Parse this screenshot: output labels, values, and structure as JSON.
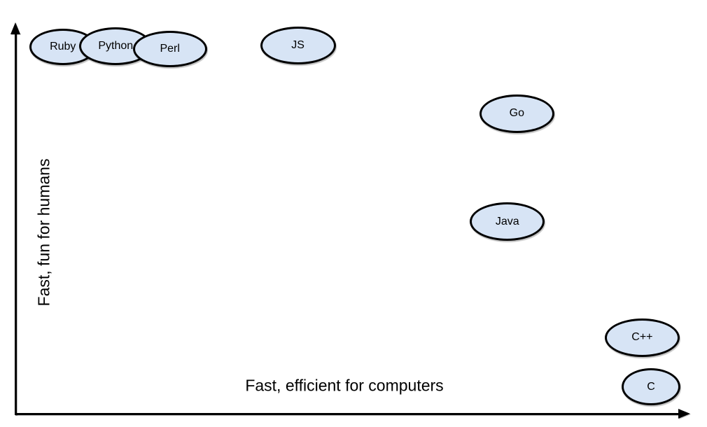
{
  "chart_data": {
    "type": "scatter",
    "title": "",
    "xlabel": "Fast, efficient for computers",
    "ylabel": "Fast, fun for humans",
    "xlim": [
      0,
      100
    ],
    "ylim": [
      0,
      100
    ],
    "grid": false,
    "legend": "none",
    "axis_style": "origin-arrows-no-ticks",
    "points": [
      {
        "label": "Ruby",
        "x": 7,
        "y": 94,
        "w": 96,
        "h": 52
      },
      {
        "label": "Python",
        "x": 14.8,
        "y": 94.3,
        "w": 104,
        "h": 54
      },
      {
        "label": "Perl",
        "x": 22.8,
        "y": 93.5,
        "w": 106,
        "h": 52
      },
      {
        "label": "JS",
        "x": 41.7,
        "y": 94.4,
        "w": 108,
        "h": 54
      },
      {
        "label": "Go",
        "x": 74,
        "y": 77,
        "w": 107,
        "h": 55
      },
      {
        "label": "Java",
        "x": 72.6,
        "y": 49.3,
        "w": 107,
        "h": 55
      },
      {
        "label": "C++",
        "x": 92.5,
        "y": 19.7,
        "w": 107,
        "h": 55
      },
      {
        "label": "C",
        "x": 93.8,
        "y": 7,
        "w": 84,
        "h": 53
      }
    ]
  },
  "colors": {
    "background": "#ffffff",
    "ellipse_fill": "#d7e4f5",
    "ellipse_stroke": "#000000",
    "axis_color": "#000000",
    "text_color": "#000000"
  }
}
